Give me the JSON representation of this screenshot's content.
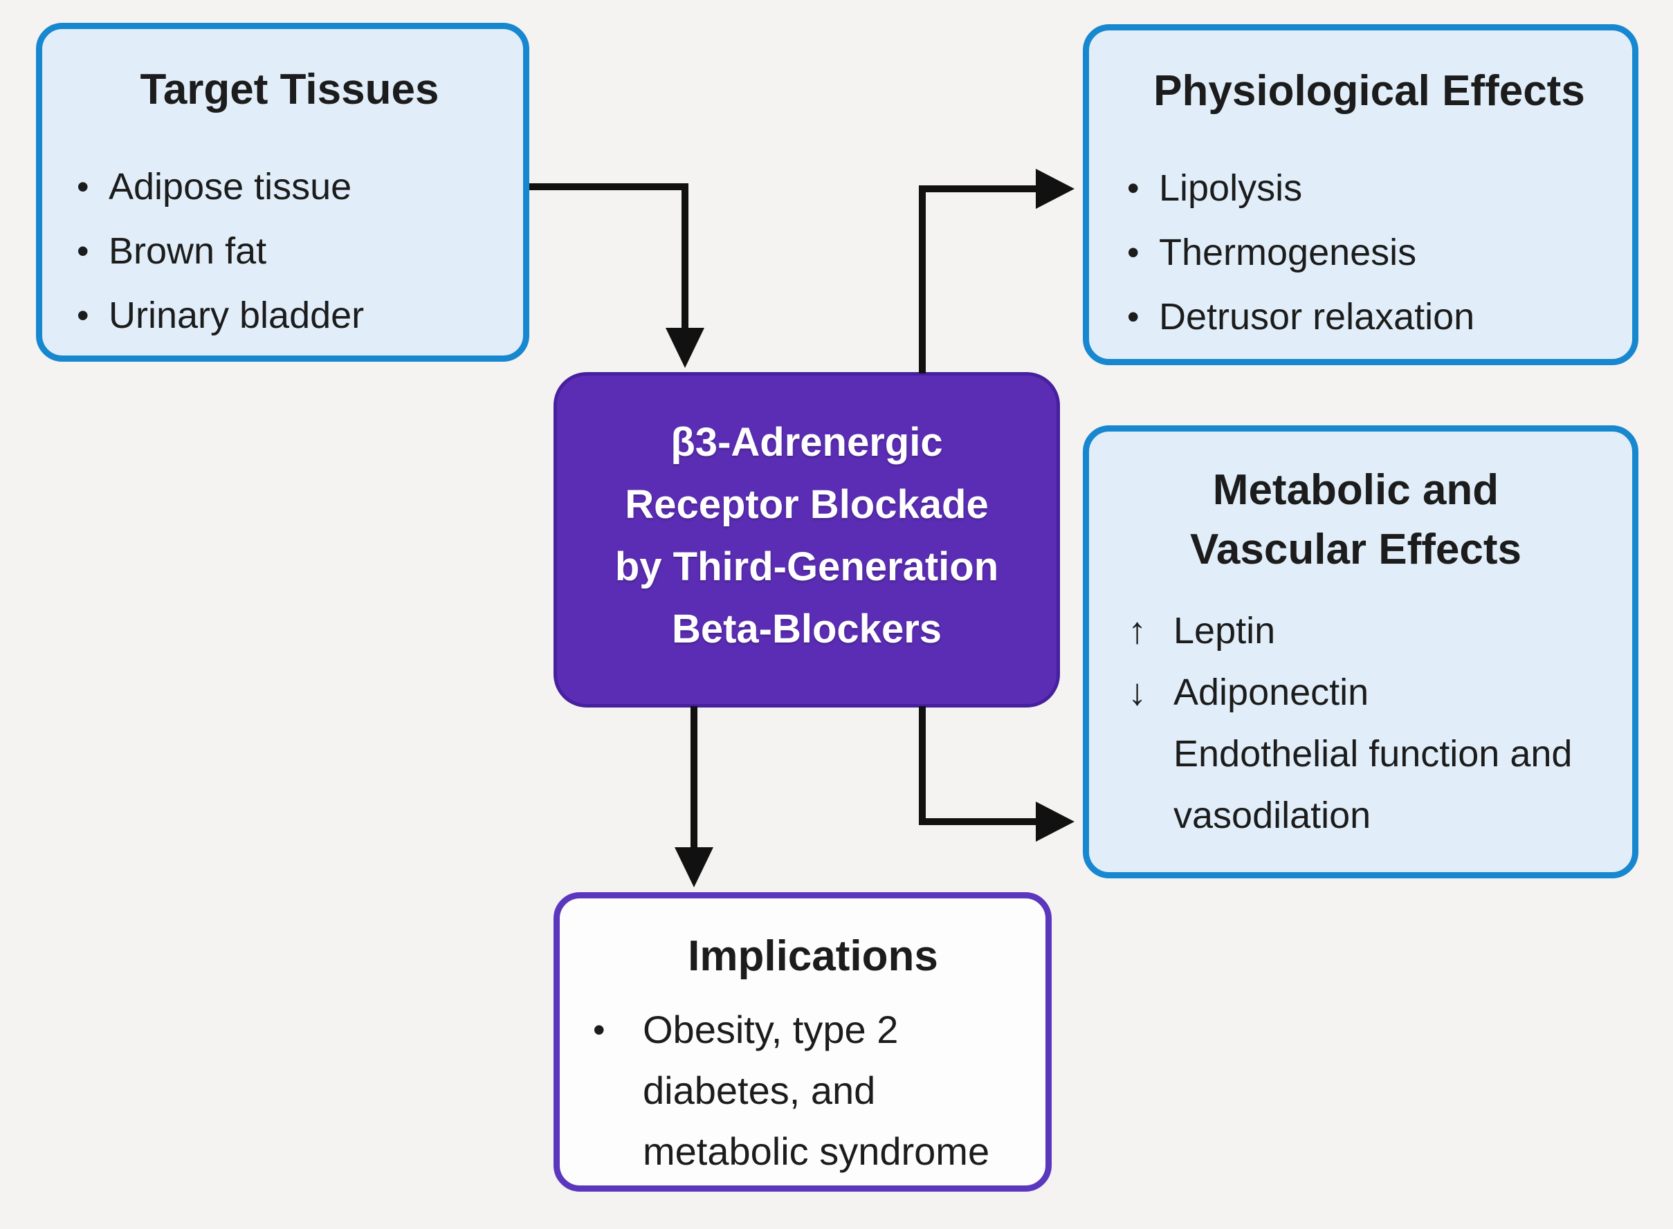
{
  "colors": {
    "bg": "#f4f3f1",
    "blue_fill": "#e1eef9",
    "blue_border": "#1787cf",
    "purple_fill": "#5b2db4",
    "purple_border": "#5b37be",
    "white_fill": "#fdfdfd",
    "text": "#1c1c1c",
    "arrow": "#111111",
    "center_text": "#ffffff"
  },
  "icons": {
    "bullet": "•",
    "up_arrow": "↑",
    "down_arrow": "↓"
  },
  "boxes": {
    "target": {
      "title": "Target Tissues",
      "items": [
        "Adipose tissue",
        "Brown fat",
        "Urinary bladder"
      ]
    },
    "physiological": {
      "title": "Physiological Effects",
      "items": [
        "Lipolysis",
        "Thermogenesis",
        "Detrusor relaxation"
      ]
    },
    "center": {
      "lines": [
        "β3-Adrenergic",
        "Receptor Blockade",
        "by Third-Generation",
        "Beta-Blockers"
      ]
    },
    "metabolic": {
      "title_lines": [
        "Metabolic and",
        "Vascular Effects"
      ],
      "items": [
        {
          "marker": "↑",
          "text": "Leptin"
        },
        {
          "marker": "↓",
          "text": "Adiponectin"
        },
        {
          "marker": "",
          "text": "Endothelial function and vasodilation"
        }
      ]
    },
    "implications": {
      "title": "Implications",
      "items": [
        "Obesity, type 2 diabetes, and metabolic syndrome"
      ]
    }
  }
}
